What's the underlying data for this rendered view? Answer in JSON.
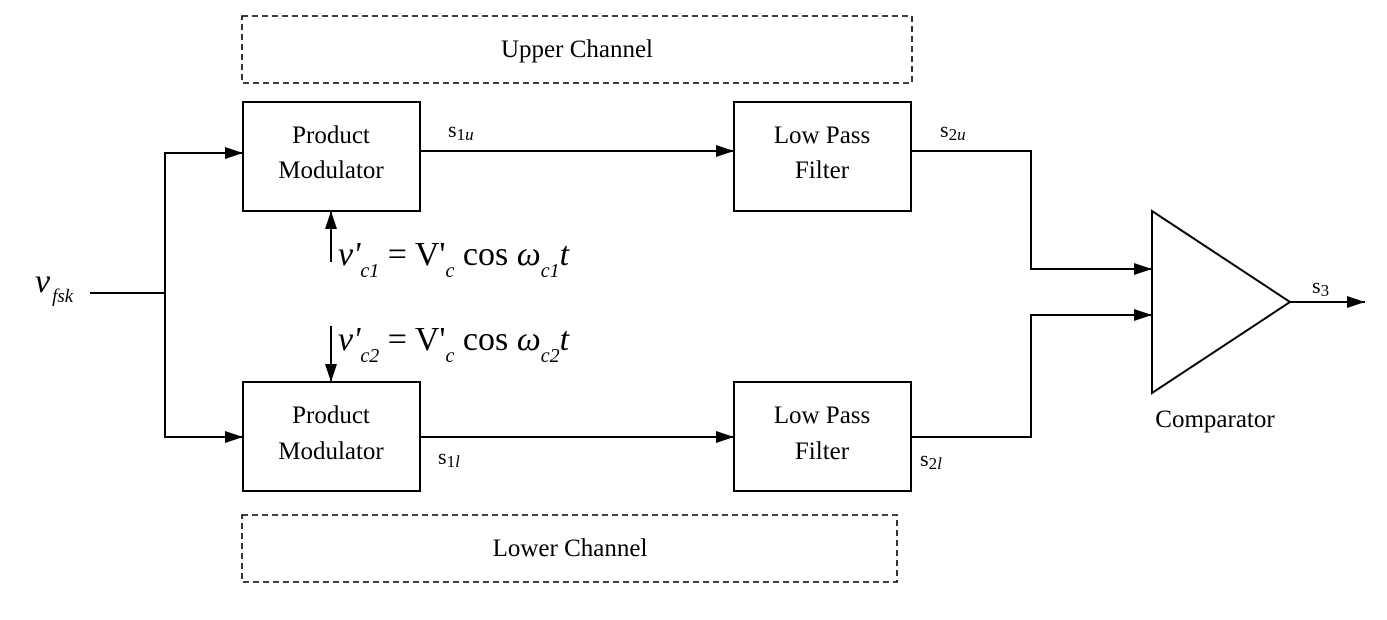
{
  "upper_channel": "Upper Channel",
  "lower_channel": "Lower Channel",
  "upper_modulator": [
    "Product",
    "Modulator"
  ],
  "lower_modulator": [
    "Product",
    "Modulator"
  ],
  "upper_filter": [
    "Low Pass",
    "Filter"
  ],
  "lower_filter": [
    "Low Pass",
    "Filter"
  ],
  "comparator": "Comparator",
  "input": {
    "main": "v",
    "sub": "fsk"
  },
  "signals": {
    "s1u": {
      "main": "s",
      "num": "1",
      "sub": "u"
    },
    "s2u": {
      "main": "s",
      "num": "2",
      "sub": "u"
    },
    "s1l": {
      "main": "s",
      "num": "1",
      "sub": "l"
    },
    "s2l": {
      "main": "s",
      "num": "2",
      "sub": "l"
    },
    "s3": {
      "main": "s",
      "num": "3"
    }
  },
  "carrier1": {
    "v": "v'",
    "vsub": "c1",
    "eq": " = V'",
    "Vsub": "c",
    "cos": " cos ",
    "w": "ω",
    "wsub": "c1",
    "t": "t"
  },
  "carrier2": {
    "v": "v'",
    "vsub": "c2",
    "eq": " = V'",
    "Vsub": "c",
    "cos": " cos ",
    "w": "ω",
    "wsub": "c2",
    "t": "t"
  }
}
